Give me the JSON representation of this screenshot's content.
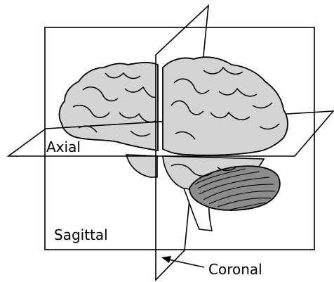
{
  "labels": {
    "axial": "Axial",
    "sagittal": "Sagittal",
    "coronal": "Coronal"
  },
  "colors": {
    "brain_fill": "#d4d4d4",
    "cerebellum_fill": "#8c8c8c",
    "outline": "#000000",
    "background": "#ffffff"
  }
}
